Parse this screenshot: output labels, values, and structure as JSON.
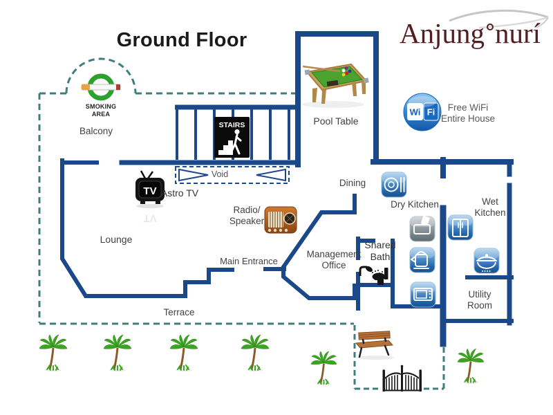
{
  "title": "Ground Floor",
  "logo": {
    "part1": "Anjung",
    "part2": "nurí",
    "color": "#541d22"
  },
  "wifi": {
    "wi": "Wi",
    "fi": "Fi",
    "caption": "Free WiFi\nEntire House"
  },
  "labels": {
    "balcony": "Balcony",
    "smoking": "SMOKING\nAREA",
    "stairs": "STAIRS",
    "void": "Void",
    "tv": "TV",
    "astro_tv": "Astro TV",
    "lounge": "Lounge",
    "pool_table": "Pool Table",
    "dining": "Dining",
    "dry_kitchen": "Dry Kitchen",
    "wet_kitchen": "Wet\nKitchen",
    "radio_speaker": "Radio/\nSpeaker",
    "main_entrance": "Main Entrance",
    "management_office": "Management\nOffice",
    "shared_bath": "Shared\nBath",
    "terrace": "Terrace",
    "utility_room": "Utility\nRoom"
  },
  "colors": {
    "wall": "#1b4889",
    "boundary_dash": "#3d7f7d",
    "logo_maroon": "#541d22",
    "appliance_blue": "#2b6cb0",
    "smoking_green": "#2da02d",
    "sign_black": "#0b0b0b",
    "felt_green": "#49a32e"
  },
  "icons": {
    "smoking": "smoking-area-icon",
    "stairs": "stairs-sign-icon",
    "tv": "tv-icon",
    "radio": "radio-icon",
    "wifi": "wifi-icon",
    "pool_table": "pool-table-icon",
    "dishes": "dishes-icon",
    "toaster": "toaster-icon",
    "kettle": "kettle-icon",
    "microwave": "microwave-icon",
    "fridge": "fridge-icon",
    "pot": "pot-icon",
    "shower": "shower-icon",
    "toilet": "toilet-icon",
    "palm": "palm-tree-icon",
    "bench": "bench-icon",
    "gate": "gate-icon"
  }
}
